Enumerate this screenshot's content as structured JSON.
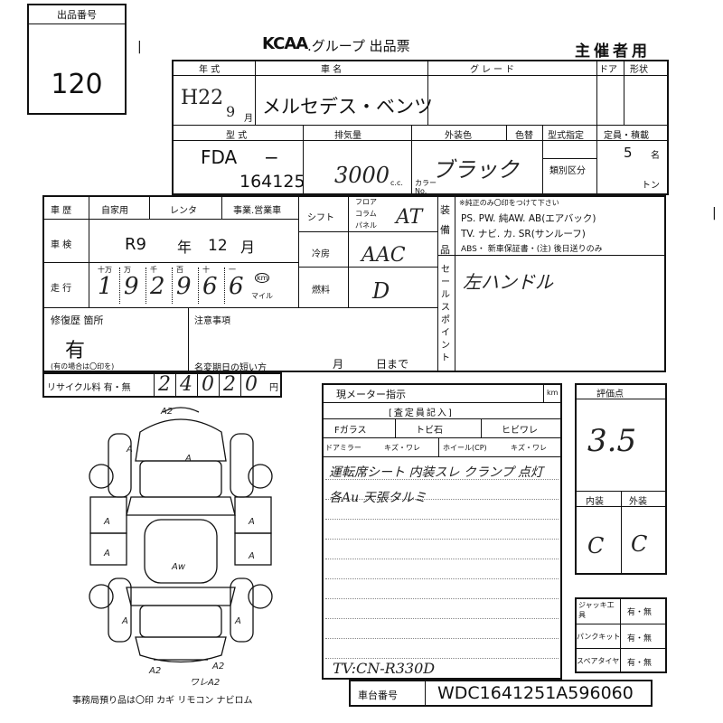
{
  "lot": {
    "label": "出品番号",
    "value": "120"
  },
  "header": {
    "brand": "KCAA",
    "title": ".グループ 出品票",
    "organizer": "主催者用"
  },
  "vehicle": {
    "h_year_label": "年 式",
    "h_name_label": "車 名",
    "h_grade_label": "グレード",
    "h_door_label": "ドア",
    "h_shape_label": "形状",
    "year_era": "H22",
    "month": "9",
    "month_unit": "月",
    "name": "メルセデス・ベンツ",
    "h_type_label": "型 式",
    "h_disp_label": "排気量",
    "h_color_label": "外装色",
    "h_recolor_label": "色替",
    "h_typespec_label": "型式指定",
    "h_capacity_label": "定員・積載",
    "type_prefix": "FDA",
    "type_dash": "−",
    "type_num": "164125",
    "displacement": "3000",
    "disp_unit": "c.c.",
    "color": "ブラック",
    "color_no_label": "カラー No.",
    "category_label": "類別区分",
    "capacity": "5",
    "capacity_unit": "名",
    "ton_unit": "トン"
  },
  "history": {
    "label": "車 歴",
    "private": "自家用",
    "rental": "レンタ",
    "business": "事業.営業車",
    "shaken_label": "車 検",
    "shaken_era": "R9",
    "year_unit": "年",
    "shaken_month": "12",
    "month_unit": "月",
    "mileage_label": "走 行",
    "digit_heads": [
      "十万",
      "万",
      "千",
      "百",
      "十",
      "一"
    ],
    "digits": [
      "1",
      "9",
      "2",
      "9",
      "6",
      "6"
    ],
    "km": "km",
    "mile": "マイル"
  },
  "drive": {
    "shift_label": "シフト",
    "floor": "フロア",
    "column": "コラム",
    "panel": "パネル",
    "shift_value": "AT",
    "ac_label": "冷房",
    "ac_value": "AAC",
    "fuel_label": "燃料",
    "fuel_value": "D"
  },
  "equip": {
    "label": "装備品",
    "note": "※純正のみ〇印をつけて下さい",
    "line1": "PS. PW. 純AW. AB(エアバック)",
    "line2": "TV. ナビ. カ. SR(サンルーフ)",
    "line3": "ABS・ 新車保証書・(注) 後日送りのみ"
  },
  "sales_point": {
    "label": "セールスポイント",
    "value": "左ハンドル"
  },
  "repair": {
    "label": "修復歴 箇所",
    "value": "有",
    "note": "(有の場合は〇印を)"
  },
  "notes": {
    "label": "注意事項",
    "name_change": "名変期日の短い方",
    "month": "月",
    "day": "日まで"
  },
  "recycle": {
    "label": "リサイクル料 有・無",
    "digits": [
      "2",
      "4",
      "0",
      "2",
      "0"
    ],
    "unit": "円"
  },
  "meter": {
    "label": "現メーター指示",
    "unit": "km"
  },
  "inspector": {
    "header": "[査定員記入]",
    "glass": "Fガラス",
    "tobi": "トビ石",
    "hibi": "ヒビワレ",
    "mirror": "ドアミラー",
    "mirror_val": "キズ・ワレ",
    "wheel": "ホイール(CP)",
    "wheel_val": "キズ・ワレ",
    "hand1": "運転席シート 内装スレ クランプ 点灯",
    "hand2": "各Au 天張タルミ",
    "tv": "TV:CN-R330D"
  },
  "rating": {
    "label": "評価点",
    "value": "3.5",
    "interior_label": "内装",
    "exterior_label": "外装",
    "interior": "C",
    "exterior": "C"
  },
  "tools": {
    "jack": "ジャッキ工具",
    "jack_val": "有・無",
    "puncture": "パンクキット",
    "puncture_val": "有・無",
    "spare": "スペアタイヤ",
    "spare_val": "有・無"
  },
  "chassis": {
    "label": "車台番号",
    "value": "WDC1641251A596060"
  },
  "footer": {
    "note": "事務局預り品は〇印 カギ リモコン ナビロム"
  },
  "diagram": {
    "marks": [
      "A2",
      "A",
      "A",
      "A",
      "A",
      "A",
      "Aw",
      "A",
      "A",
      "A",
      "A2",
      "A2",
      "ワレA2"
    ]
  }
}
